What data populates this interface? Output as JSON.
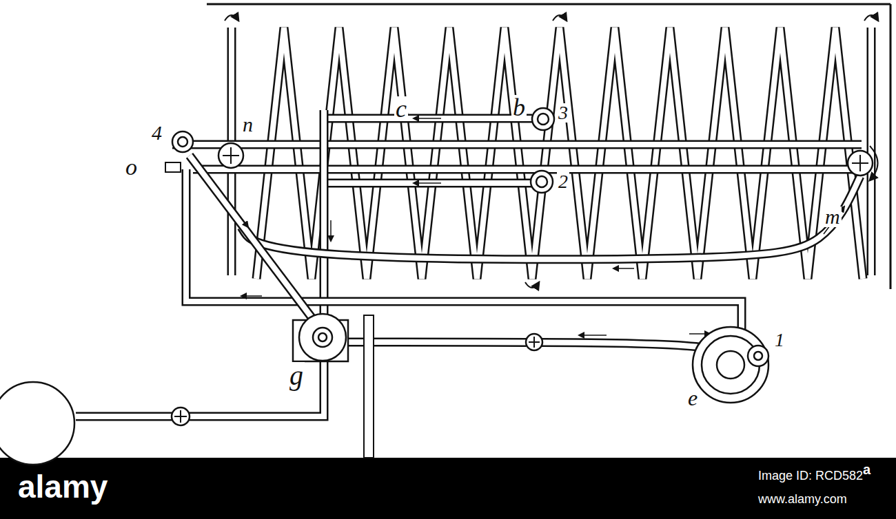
{
  "diagram": {
    "labels": [
      "c",
      "b",
      "3",
      "4",
      "n",
      "o",
      "2",
      "m",
      "g",
      "1",
      "e",
      "alamy",
      "a",
      "Image ID: RCD582",
      "www.alamy.com"
    ]
  }
}
